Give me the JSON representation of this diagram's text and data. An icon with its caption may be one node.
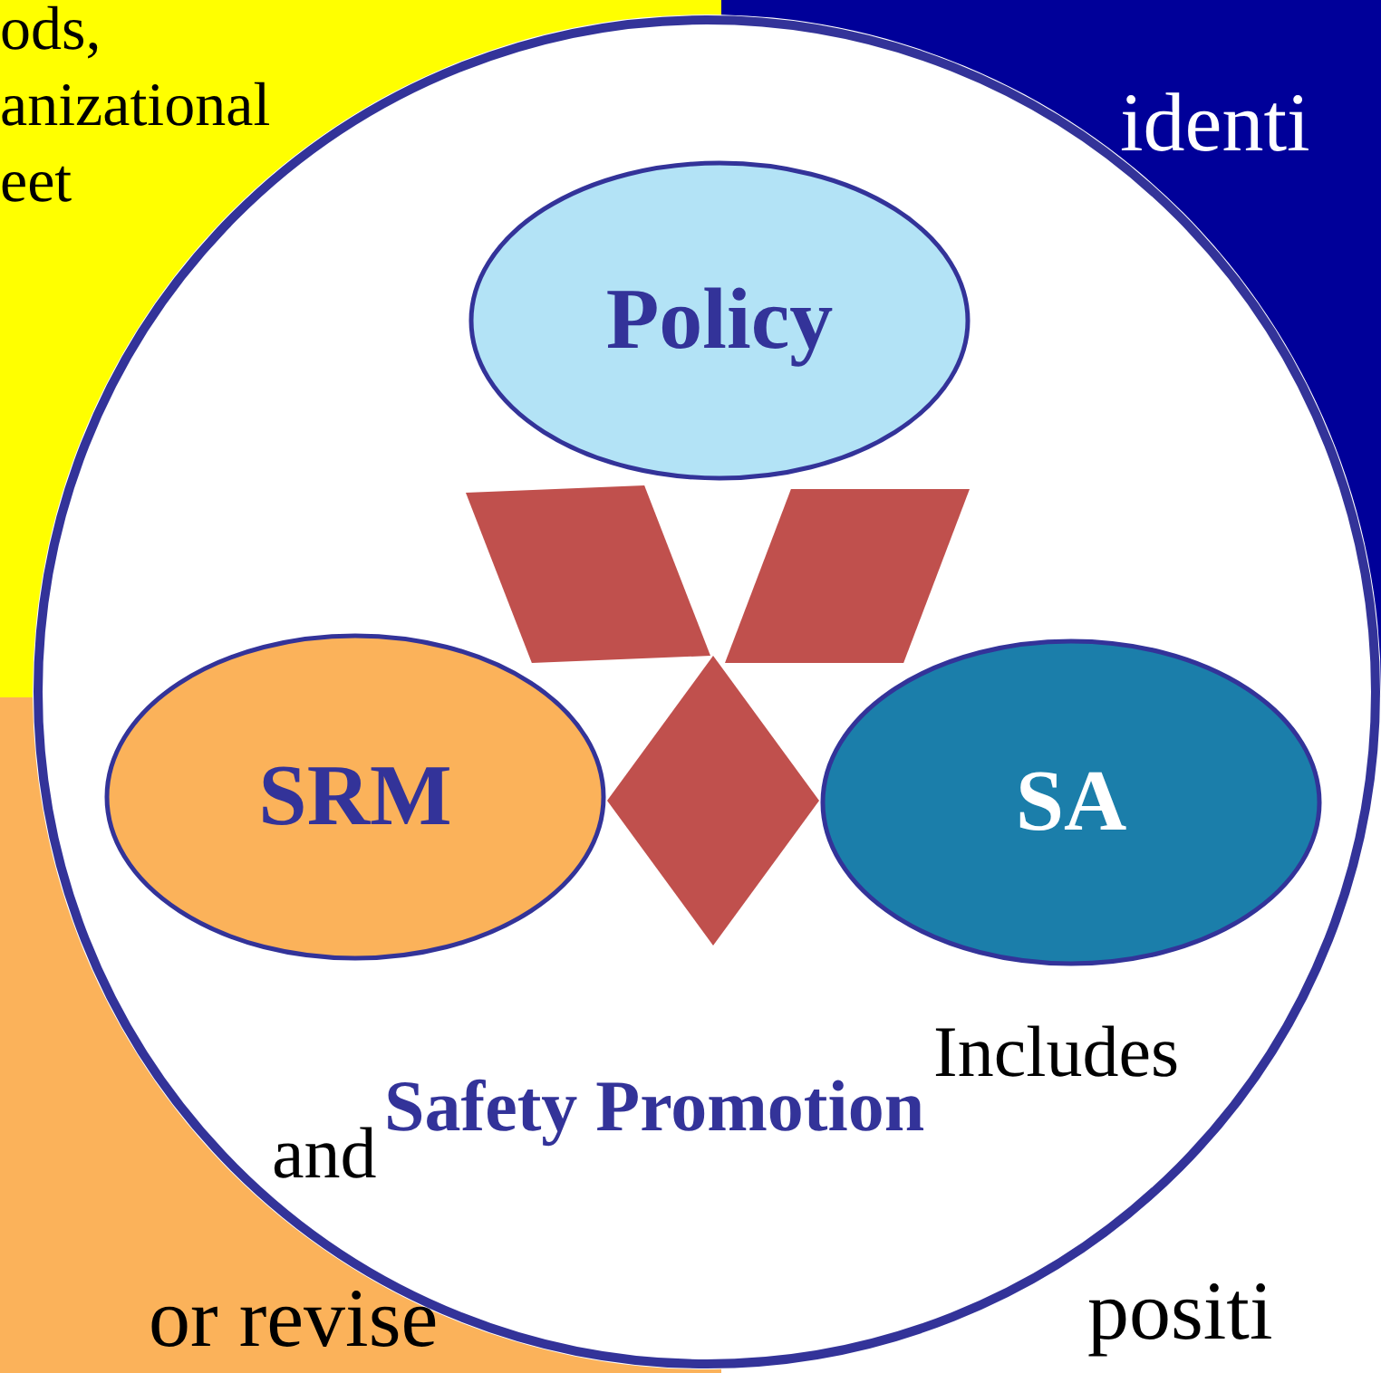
{
  "diagram": {
    "nodes": [
      {
        "text": [
          "Safety Promotion"
        ]
      },
      {
        "text": [
          "Policy"
        ],
        "in": 0
      },
      {
        "text": [
          "SRM"
        ],
        "in": 0
      },
      {
        "text": [
          "SA"
        ],
        "in": 0
      },
      {
        "text": [],
        "shape": "parallelogram",
        "in": 0
      },
      {
        "text": [],
        "shape": "parallelogram",
        "in": 0
      },
      {
        "text": [],
        "shape": "diamond",
        "in": 0
      }
    ],
    "labels": [
      "ods, anizational eet",
      "identi",
      "and",
      "Includes",
      "or revise",
      "positi"
    ]
  }
}
